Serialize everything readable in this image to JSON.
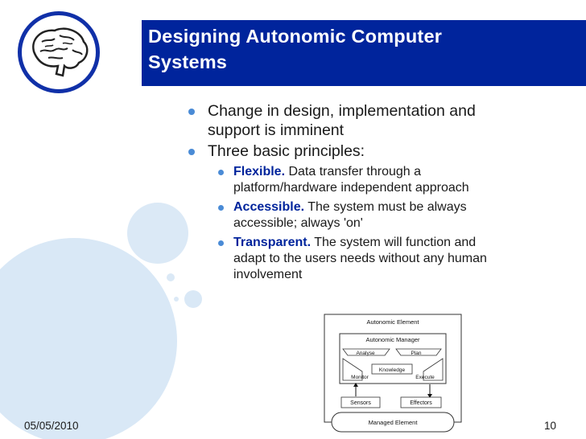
{
  "slide": {
    "title_line1": "Designing Autonomic Computer",
    "title_line2": "Systems",
    "bullets": [
      {
        "text_line1": "Change in design, implementation and",
        "text_line2": "support is imminent"
      },
      {
        "text": "Three basic principles:"
      }
    ],
    "principles": [
      {
        "term": "Flexible.",
        "line1": " Data transfer through a",
        "line2": "platform/hardware independent approach"
      },
      {
        "term": "Accessible.",
        "line1": " The system must be always",
        "line2": "accessible; always 'on'"
      },
      {
        "term": "Transparent.",
        "line1": " The system will function and",
        "line2": "adapt to the users needs without any human",
        "line3": "involvement"
      }
    ],
    "diagram": {
      "element": "Autonomic Element",
      "manager": "Autonomic Manager",
      "analyse": "Analyse",
      "plan": "Plan",
      "knowledge": "Knowledge",
      "monitor": "Monitor",
      "execute": "Execute",
      "sensors": "Sensors",
      "effectors": "Effectors",
      "managed": "Managed Element"
    },
    "footer": {
      "date": "05/05/2010",
      "page": "10"
    }
  },
  "colors": {
    "title_bg": "#00249c",
    "accent": "#4a8bd6",
    "circles": "#d6e6f5"
  },
  "icons": {
    "logo": "brain-icon"
  }
}
